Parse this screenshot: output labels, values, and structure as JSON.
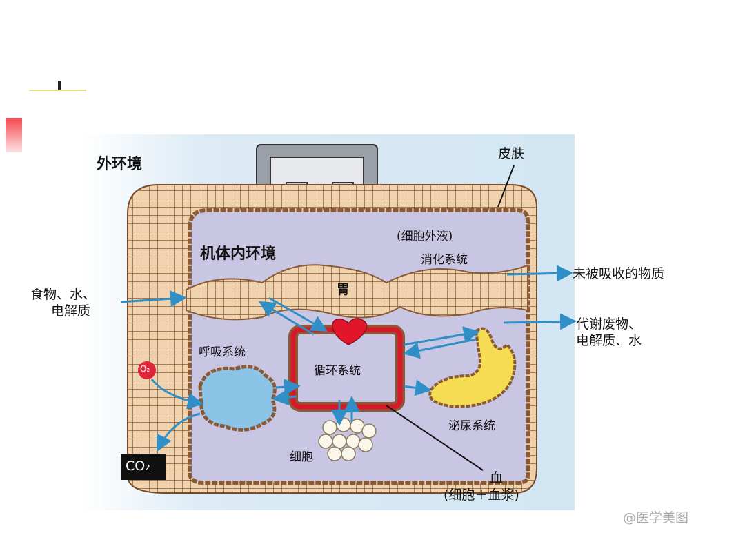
{
  "slide": {
    "title_fragment": "I",
    "watermark": "@医学美图"
  },
  "diagram": {
    "external_env": "外环境",
    "skin": "皮肤",
    "extracellular_fluid": "(细胞外液)",
    "internal_env": "机体内环境",
    "digestive_system": "消化系统",
    "stomach": "胃",
    "unabsorbed": "未被吸收的物质",
    "food_line1": "食物、水、",
    "food_line2": "电解质",
    "waste_line1": "代谢废物、",
    "waste_line2": "电解质、水",
    "respiratory_system": "呼吸系统",
    "circulatory_system": "循环系统",
    "o2": "O₂",
    "co2": "CO₂",
    "urinary_system": "泌尿系统",
    "cells": "细胞",
    "blood_line1": "血",
    "blood_line2": "(细胞＋血浆)"
  },
  "colors": {
    "accent_red": "#e8414a",
    "arrow_blue": "#2f8fc6",
    "skin_tan": "#e9c9a0",
    "inner_fluid": "#c8c6e2",
    "vessel_red": "#d8182a"
  }
}
